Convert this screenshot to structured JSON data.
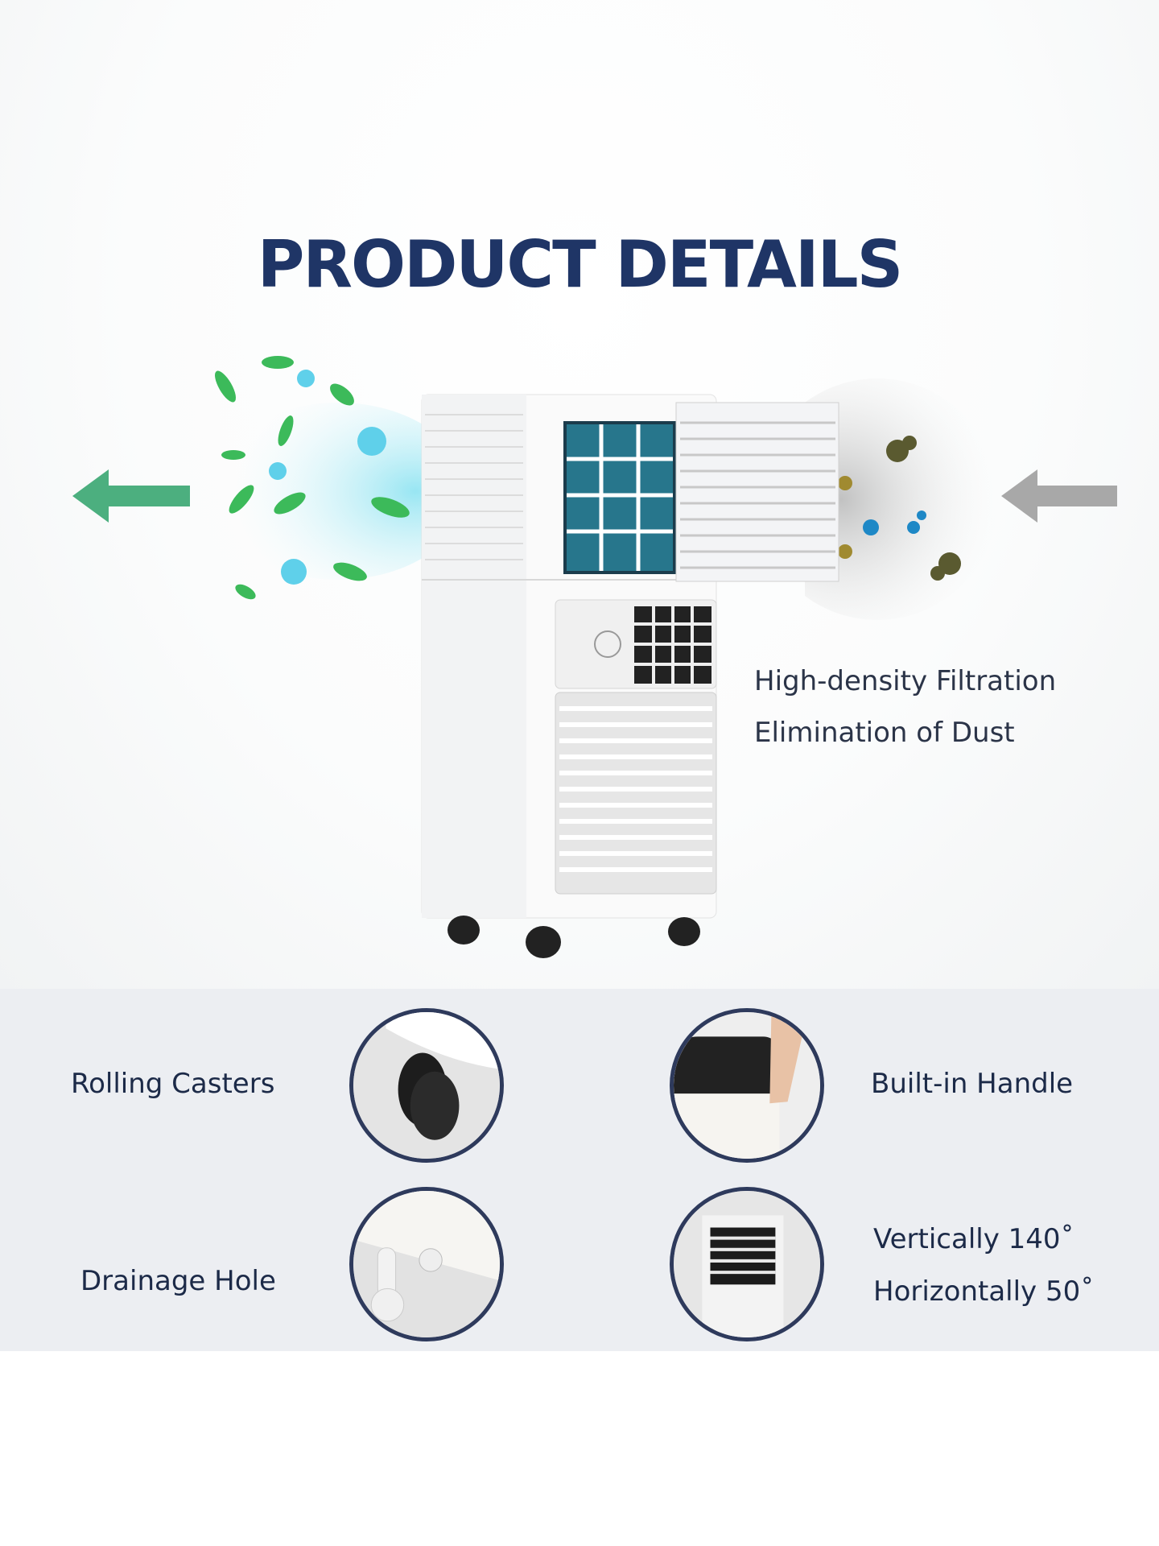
{
  "title": "PRODUCT DETAILS",
  "filtration": {
    "line1": "High-density Filtration",
    "line2": "Elimination of Dust"
  },
  "features": [
    {
      "label": "Rolling Casters",
      "icon": "caster-wheel-icon"
    },
    {
      "label": "Built-in Handle",
      "icon": "handle-icon"
    },
    {
      "label": "Drainage Hole",
      "icon": "drain-icon"
    },
    {
      "label_line1": "Vertically 140˚",
      "label_line2": "Horizontally 50˚",
      "icon": "louver-icon"
    }
  ],
  "colors": {
    "title": "#1f3566",
    "panel": "#eceef2",
    "arrow_out": "#4caf7f",
    "arrow_in": "#a8a8a8"
  }
}
